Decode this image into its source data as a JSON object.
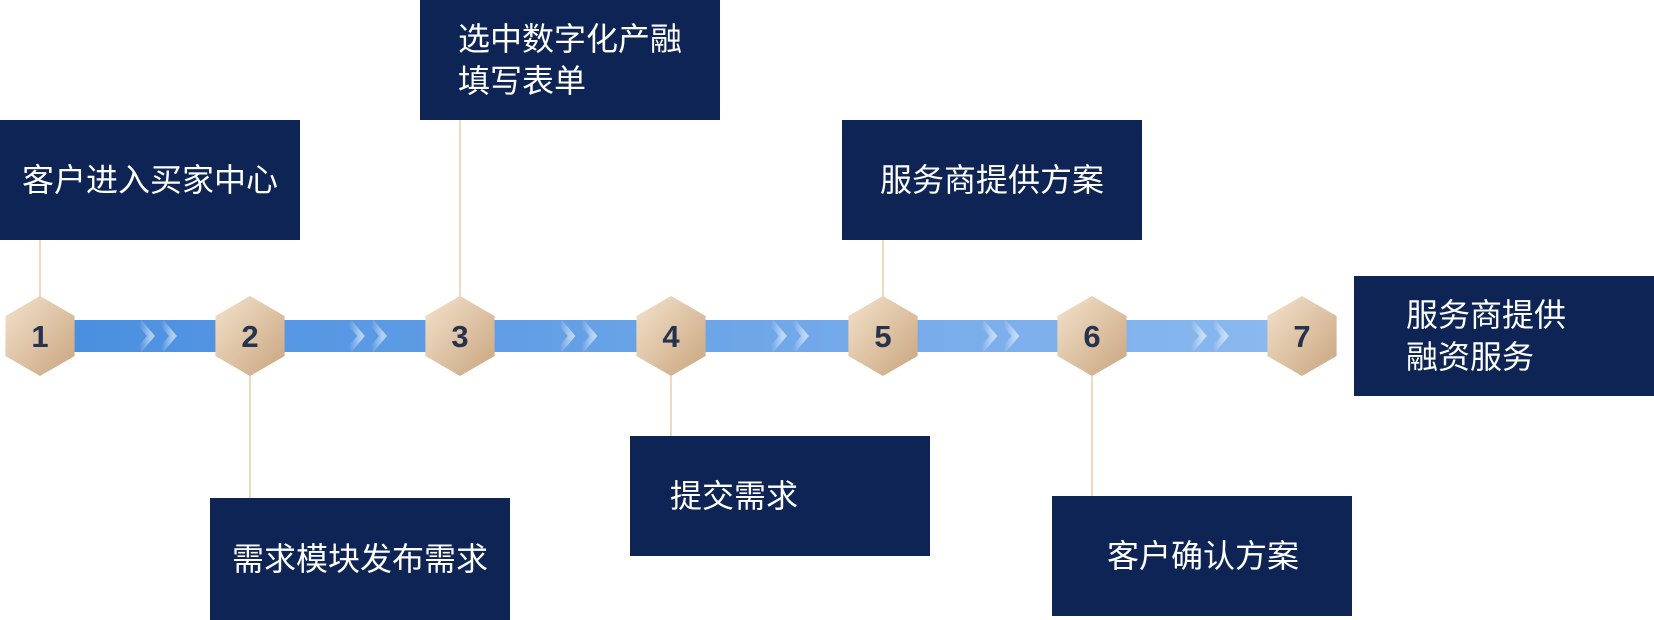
{
  "steps": [
    {
      "number": "1",
      "lines": [
        "客户进入买家中心"
      ]
    },
    {
      "number": "2",
      "lines": [
        "需求模块发布需求"
      ]
    },
    {
      "number": "3",
      "lines": [
        "选中数字化产融",
        "填写表单"
      ]
    },
    {
      "number": "4",
      "lines": [
        "提交需求"
      ]
    },
    {
      "number": "5",
      "lines": [
        "服务商提供方案"
      ]
    },
    {
      "number": "6",
      "lines": [
        "客户确认方案"
      ]
    },
    {
      "number": "7",
      "lines": [
        "服务商提供",
        "融资服务"
      ]
    }
  ],
  "colors": {
    "box": "#0d2454",
    "box_text": "#ffffff",
    "connector": "#f0d9bd",
    "track_start": "#4a8fe0",
    "track_end": "#8ab8ef",
    "hex_light": "#f3e2cc",
    "hex_dark": "#c9a57e",
    "number": "#26334f"
  }
}
